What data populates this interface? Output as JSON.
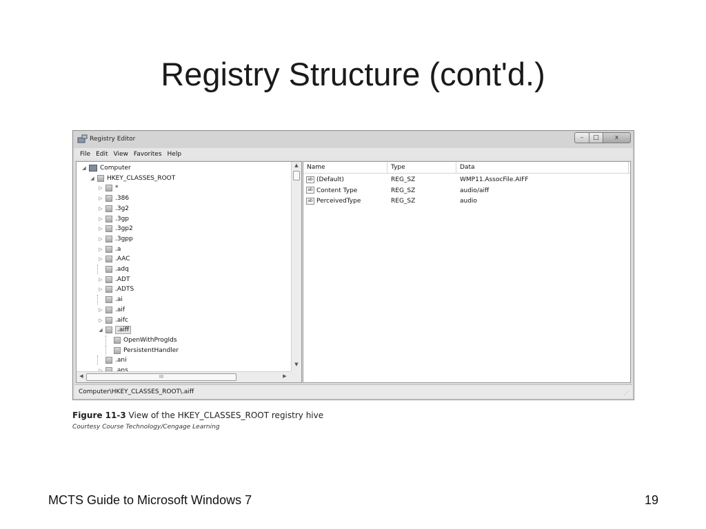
{
  "slide": {
    "title": "Registry Structure (cont'd.)",
    "footer": "MCTS Guide to Microsoft Windows 7",
    "page_number": "19"
  },
  "window": {
    "title": "Registry Editor",
    "menu": [
      "File",
      "Edit",
      "View",
      "Favorites",
      "Help"
    ],
    "controls": {
      "minimize": "–",
      "maximize": "□",
      "close": "x"
    },
    "status_path": "Computer\\HKEY_CLASSES_ROOT\\.aiff"
  },
  "tree": {
    "items": [
      {
        "label": "Computer",
        "expander": "◢"
      },
      {
        "label": "HKEY_CLASSES_ROOT",
        "expander": "◢"
      },
      {
        "label": "*",
        "expander": "▷"
      },
      {
        "label": ".386",
        "expander": "▷"
      },
      {
        "label": ".3g2",
        "expander": "▷"
      },
      {
        "label": ".3gp",
        "expander": "▷"
      },
      {
        "label": ".3gp2",
        "expander": "▷"
      },
      {
        "label": ".3gpp",
        "expander": "▷"
      },
      {
        "label": ".a",
        "expander": "▷"
      },
      {
        "label": ".AAC",
        "expander": "▷"
      },
      {
        "label": ".adq",
        "expander": ""
      },
      {
        "label": ".ADT",
        "expander": "▷"
      },
      {
        "label": ".ADTS",
        "expander": "▷"
      },
      {
        "label": ".ai",
        "expander": ""
      },
      {
        "label": ".aif",
        "expander": "▷"
      },
      {
        "label": ".aifc",
        "expander": "▷"
      },
      {
        "label": ".aiff",
        "expander": "◢"
      },
      {
        "label": "OpenWithProgIds",
        "expander": ""
      },
      {
        "label": "PersistentHandler",
        "expander": ""
      },
      {
        "label": ".ani",
        "expander": ""
      },
      {
        "label": ".ans",
        "expander": "▷"
      }
    ],
    "hscroll_grip": "III"
  },
  "values": {
    "columns": [
      "Name",
      "Type",
      "Data"
    ],
    "rows": [
      {
        "icon": "ab",
        "name": "(Default)",
        "type": "REG_SZ",
        "data": "WMP11.AssocFile.AIFF"
      },
      {
        "icon": "ab",
        "name": "Content Type",
        "type": "REG_SZ",
        "data": "audio/aiff"
      },
      {
        "icon": "ab",
        "name": "PerceivedType",
        "type": "REG_SZ",
        "data": "audio"
      }
    ]
  },
  "caption": {
    "figure": "Figure 11-3",
    "text": "View of the HKEY_CLASSES_ROOT registry hive",
    "credit": "Courtesy Course Technology/Cengage Learning"
  }
}
